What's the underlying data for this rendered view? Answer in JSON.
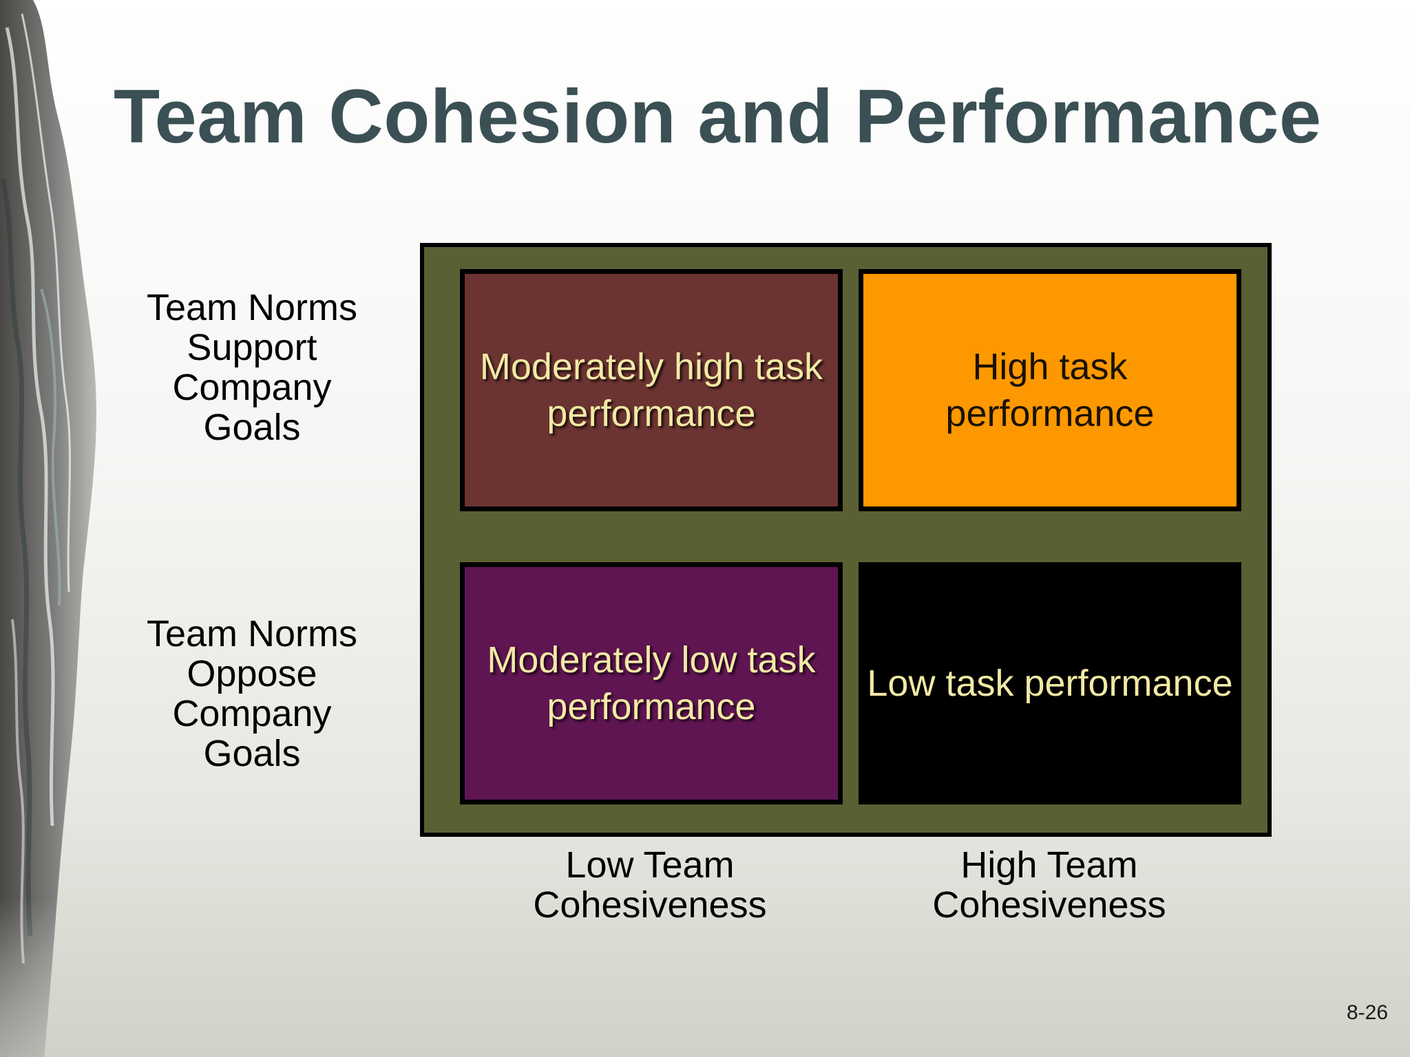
{
  "slide": {
    "title": "Team Cohesion and Performance",
    "slide_number": "8-26"
  },
  "matrix": {
    "row_labels": [
      "Team Norms Support Company Goals",
      "Team Norms Oppose Company Goals"
    ],
    "column_labels": [
      "Low Team Cohesiveness",
      "High Team Cohesiveness"
    ],
    "cells": {
      "top_left": "Moderately high task performance",
      "top_right": "High task performance",
      "bottom_left": "Moderately low task performance",
      "bottom_right": "Low task performance"
    }
  },
  "colors": {
    "title": "#3b5054",
    "matrix_frame": "#5a6033",
    "top_left_fill": "#6b3432",
    "top_right_fill": "#fd9800",
    "bottom_left_fill": "#5e1551",
    "bottom_right_fill": "#000000",
    "cell_text_light": "#f2e9a4"
  },
  "decorations": {
    "left_edge_image": "waterfall-image"
  }
}
